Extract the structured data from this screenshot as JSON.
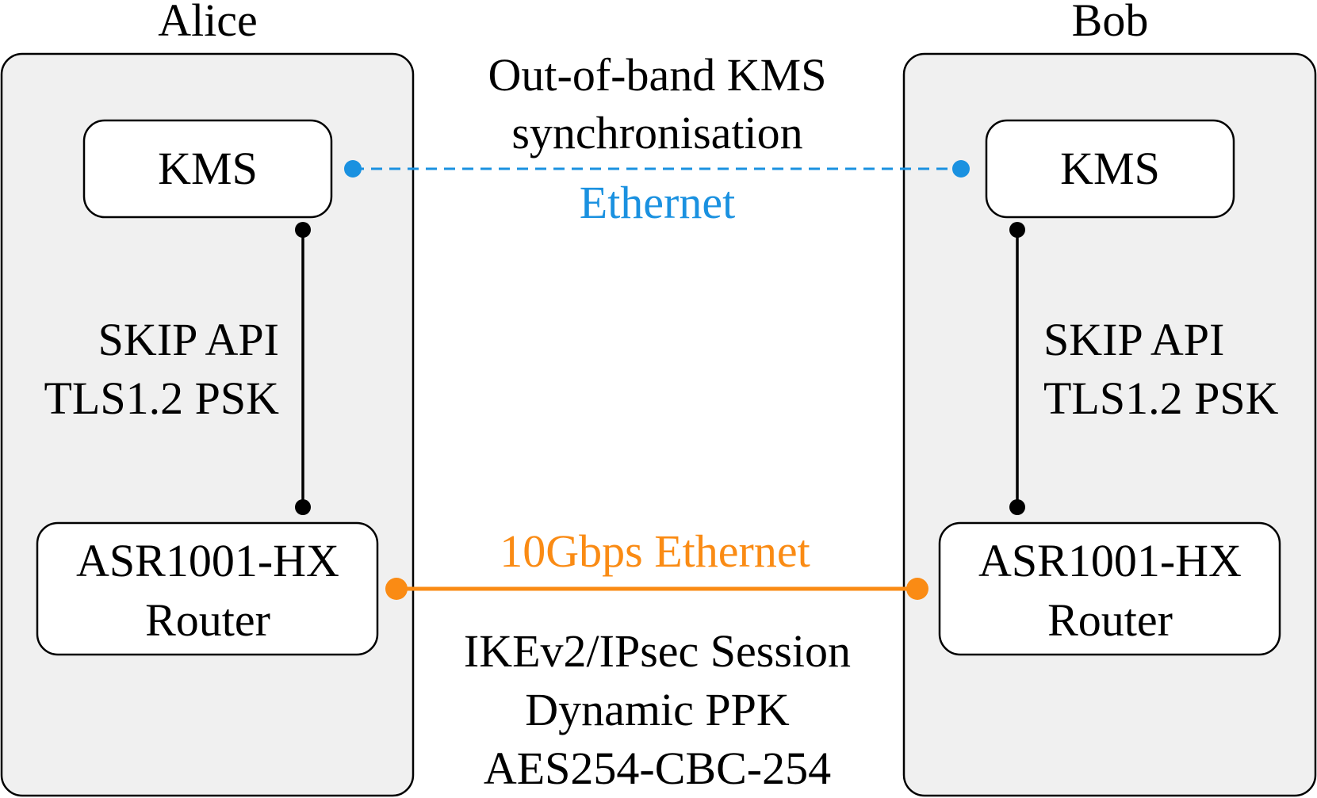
{
  "parties": {
    "alice": {
      "title": "Alice",
      "kms_label": "KMS",
      "router_line1": "ASR1001-HX",
      "router_line2": "Router",
      "link_line1": "SKIP API",
      "link_line2": "TLS1.2 PSK"
    },
    "bob": {
      "title": "Bob",
      "kms_label": "KMS",
      "router_line1": "ASR1001-HX",
      "router_line2": "Router",
      "link_line1": "SKIP API",
      "link_line2": "TLS1.2 PSK"
    }
  },
  "kms_link": {
    "line1": "Out-of-band KMS",
    "line2": "synchronisation",
    "medium": "Ethernet"
  },
  "router_link": {
    "medium": "10Gbps Ethernet",
    "line1": "IKEv2/IPsec Session",
    "line2": "Dynamic PPK",
    "line3": "AES254-CBC-254"
  },
  "colors": {
    "kms_link": "#1a91e0",
    "router_link": "#fa8b14",
    "panel_fill": "#f0f0f0",
    "stroke": "#000000"
  }
}
